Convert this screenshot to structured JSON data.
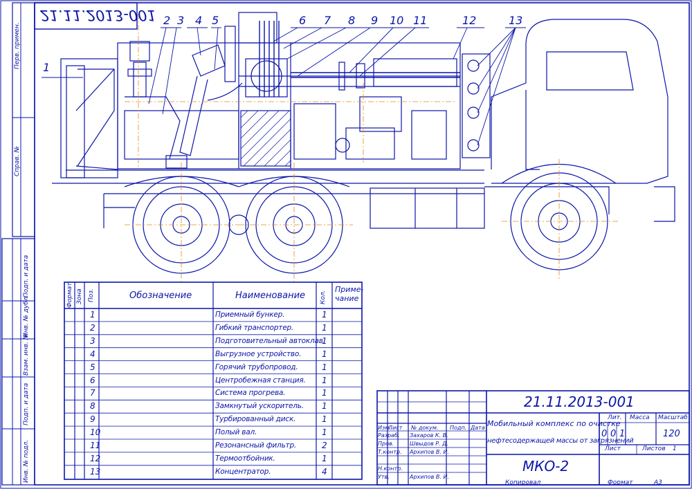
{
  "drawing_code_mirrored": "21.11.2013-001",
  "callouts": [
    "1",
    "2",
    "3",
    "4",
    "5",
    "6",
    "7",
    "8",
    "9",
    "10",
    "11",
    "12",
    "13"
  ],
  "side_labels": [
    "Перв. примен.",
    "Справ. №",
    "Подп. и дата",
    "Инв. № дубл.",
    "Взам. инв. №",
    "Подп. и дата",
    "Инв. № подл."
  ],
  "spec": {
    "headers": {
      "format": "Формат",
      "zone": "Зона",
      "pos": "Поз.",
      "designation": "Обозначение",
      "name": "Наименование",
      "qty": "Кол.",
      "note": "Приме-\nчание"
    },
    "rows": [
      {
        "pos": "1",
        "name": "Приемный бункер.",
        "qty": "1"
      },
      {
        "pos": "2",
        "name": "Гибкий транспортер.",
        "qty": "1"
      },
      {
        "pos": "3",
        "name": "Подготовительный автоклав.",
        "qty": "1"
      },
      {
        "pos": "4",
        "name": "Выгрузное устройство.",
        "qty": "1"
      },
      {
        "pos": "5",
        "name": "Горячий трубопровод.",
        "qty": "1"
      },
      {
        "pos": "6",
        "name": "Центробежная станция.",
        "qty": "1"
      },
      {
        "pos": "7",
        "name": "Система прогрева.",
        "qty": "1"
      },
      {
        "pos": "8",
        "name": "Замкнутый ускоритель.",
        "qty": "1"
      },
      {
        "pos": "9",
        "name": "Турбированный диск.",
        "qty": "1"
      },
      {
        "pos": "10",
        "name": "Полый вал.",
        "qty": "1"
      },
      {
        "pos": "11",
        "name": "Резонансный фильтр.",
        "qty": "2"
      },
      {
        "pos": "12",
        "name": "Термоотбойник.",
        "qty": "1"
      },
      {
        "pos": "13",
        "name": "Концентратор.",
        "qty": "4"
      }
    ]
  },
  "title_block": {
    "code": "21.11.2013-001",
    "title_line1": "Мобильный комплекс по очистке",
    "title_line2": "нефтесодержащей массы от загрязнений",
    "product": "МКО-2",
    "lit_header": "Лит.",
    "mass_header": "Масса",
    "scale_header": "Масштаб",
    "lit_values": [
      "0",
      "0",
      "1"
    ],
    "scale": "120",
    "sheet_label": "Лист",
    "sheets_label": "Листов",
    "sheets_value": "1",
    "col_headers": [
      "Изм.",
      "Лист",
      "№ докум.",
      "Подп.",
      "Дата"
    ],
    "roles": [
      {
        "role": "Разраб.",
        "name": "Захаров К. В."
      },
      {
        "role": "Пров.",
        "name": "Швыдов Р. Д."
      },
      {
        "role": "Т.контр.",
        "name": "Архипов В. И."
      },
      {
        "role": "",
        "name": ""
      },
      {
        "role": "Н.контр.",
        "name": ""
      },
      {
        "role": "Утв.",
        "name": "Архипов В. И."
      }
    ],
    "copied": "Копировал",
    "format_label": "Формат",
    "format_value": "А3"
  }
}
